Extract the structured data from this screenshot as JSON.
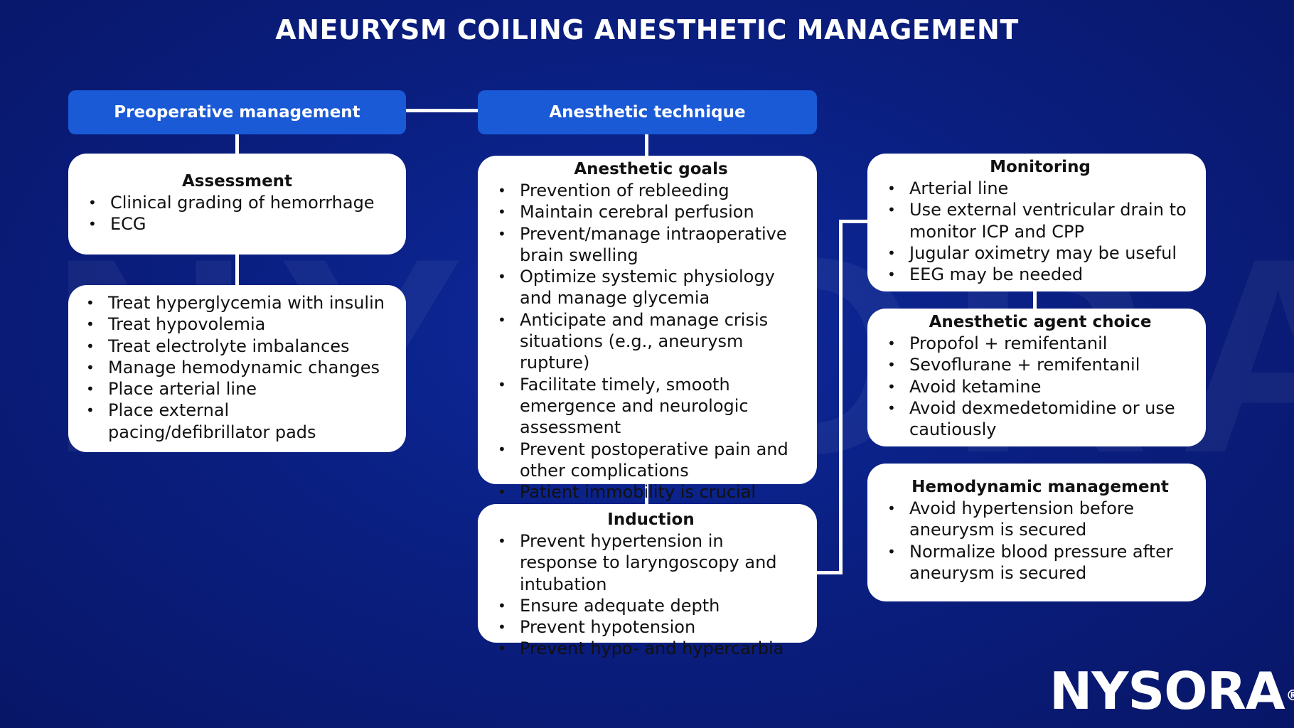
{
  "title": "ANEURYSM COILING ANESTHETIC MANAGEMENT",
  "watermark": "NYSORA",
  "logo": {
    "text": "NYSORA",
    "mark": "®"
  },
  "headers": {
    "preoperative": "Preoperative management",
    "technique": "Anesthetic technique"
  },
  "assessment": {
    "title": "Assessment",
    "items": [
      "Clinical grading of hemorrhage",
      "ECG"
    ]
  },
  "preop_treatment": {
    "items": [
      "Treat hyperglycemia with insulin",
      "Treat hypovolemia",
      "Treat electrolyte imbalances",
      "Manage hemodynamic changes",
      "Place arterial line",
      "Place external pacing/defibrillator pads"
    ]
  },
  "goals": {
    "title": "Anesthetic goals",
    "items": [
      "Prevention of rebleeding",
      "Maintain cerebral perfusion",
      "Prevent/manage intraoperative brain swelling",
      "Optimize systemic physiology and manage glycemia",
      "Anticipate and manage crisis situations (e.g., aneurysm rupture)",
      "Facilitate timely, smooth emergence and neurologic assessment",
      "Prevent postoperative pain and other complications",
      "Patient immobility is crucial"
    ]
  },
  "induction": {
    "title": "Induction",
    "items": [
      "Prevent hypertension in response to laryngoscopy and intubation",
      "Ensure adequate depth",
      "Prevent hypotension",
      "Prevent hypo- and hypercarbia"
    ]
  },
  "monitoring": {
    "title": "Monitoring",
    "items": [
      "Arterial line",
      "Use external ventricular drain to monitor ICP and CPP",
      "Jugular oximetry may be useful",
      "EEG may be needed"
    ]
  },
  "agent_choice": {
    "title": "Anesthetic agent choice",
    "items": [
      "Propofol + remifentanil",
      "Sevoflurane + remifentanil",
      "Avoid ketamine",
      "Avoid dexmedetomidine or use cautiously"
    ]
  },
  "hemodynamic": {
    "title": "Hemodynamic management",
    "items": [
      "Avoid hypertension before aneurysm is secured",
      "Normalize blood pressure after aneurysm is secured"
    ]
  }
}
